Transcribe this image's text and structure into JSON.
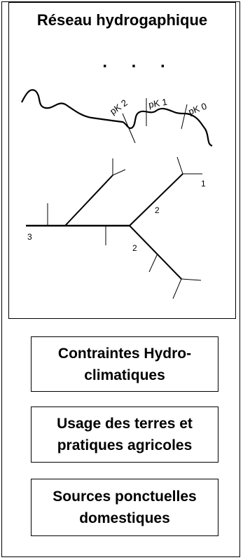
{
  "top_panel": {
    "title": "Réseau hydrogaphique",
    "ellipsis": ". . .",
    "pk_labels": [
      "pK 2",
      "pK 1",
      "pK 0"
    ],
    "stream_orders": [
      "1",
      "2",
      "2",
      "3"
    ]
  },
  "boxes": [
    {
      "text": "Contraintes Hydro-climatiques"
    },
    {
      "text": "Usage des terres et pratiques agricoles"
    },
    {
      "text": "Sources ponctuelles domestiques"
    }
  ],
  "colors": {
    "stroke": "#000000",
    "background": "#ffffff"
  }
}
